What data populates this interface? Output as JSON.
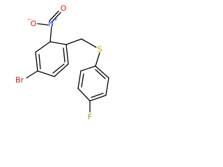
{
  "molecule": {
    "atoms": {
      "nitrogen": {
        "label": "N",
        "charge": "+",
        "color": "#3050F8"
      },
      "oxygen_top": {
        "label": "O",
        "color": "#FF0D0D"
      },
      "oxygen_left": {
        "label": "O",
        "charge": "−",
        "color": "#FF0D0D"
      },
      "bromine": {
        "label": "Br",
        "color": "#A62929"
      },
      "sulfur": {
        "label": "S",
        "color": "#B8A800"
      },
      "fluorine": {
        "label": "F",
        "color": "#7FA832"
      }
    },
    "bond_color": "#000000"
  }
}
